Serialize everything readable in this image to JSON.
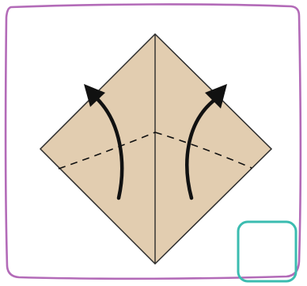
{
  "diagram": {
    "type": "origami-fold-step",
    "fold_direction": "upward",
    "fold_lines": "dashed",
    "colors": {
      "frame": "#b36bb8",
      "paper_fill": "#e2cdb0",
      "paper_edge": "#2b2b2b",
      "arrow": "#111111",
      "dashed_line": "#111111",
      "corner_box": "#3bbcb0",
      "background": "#ffffff"
    }
  }
}
